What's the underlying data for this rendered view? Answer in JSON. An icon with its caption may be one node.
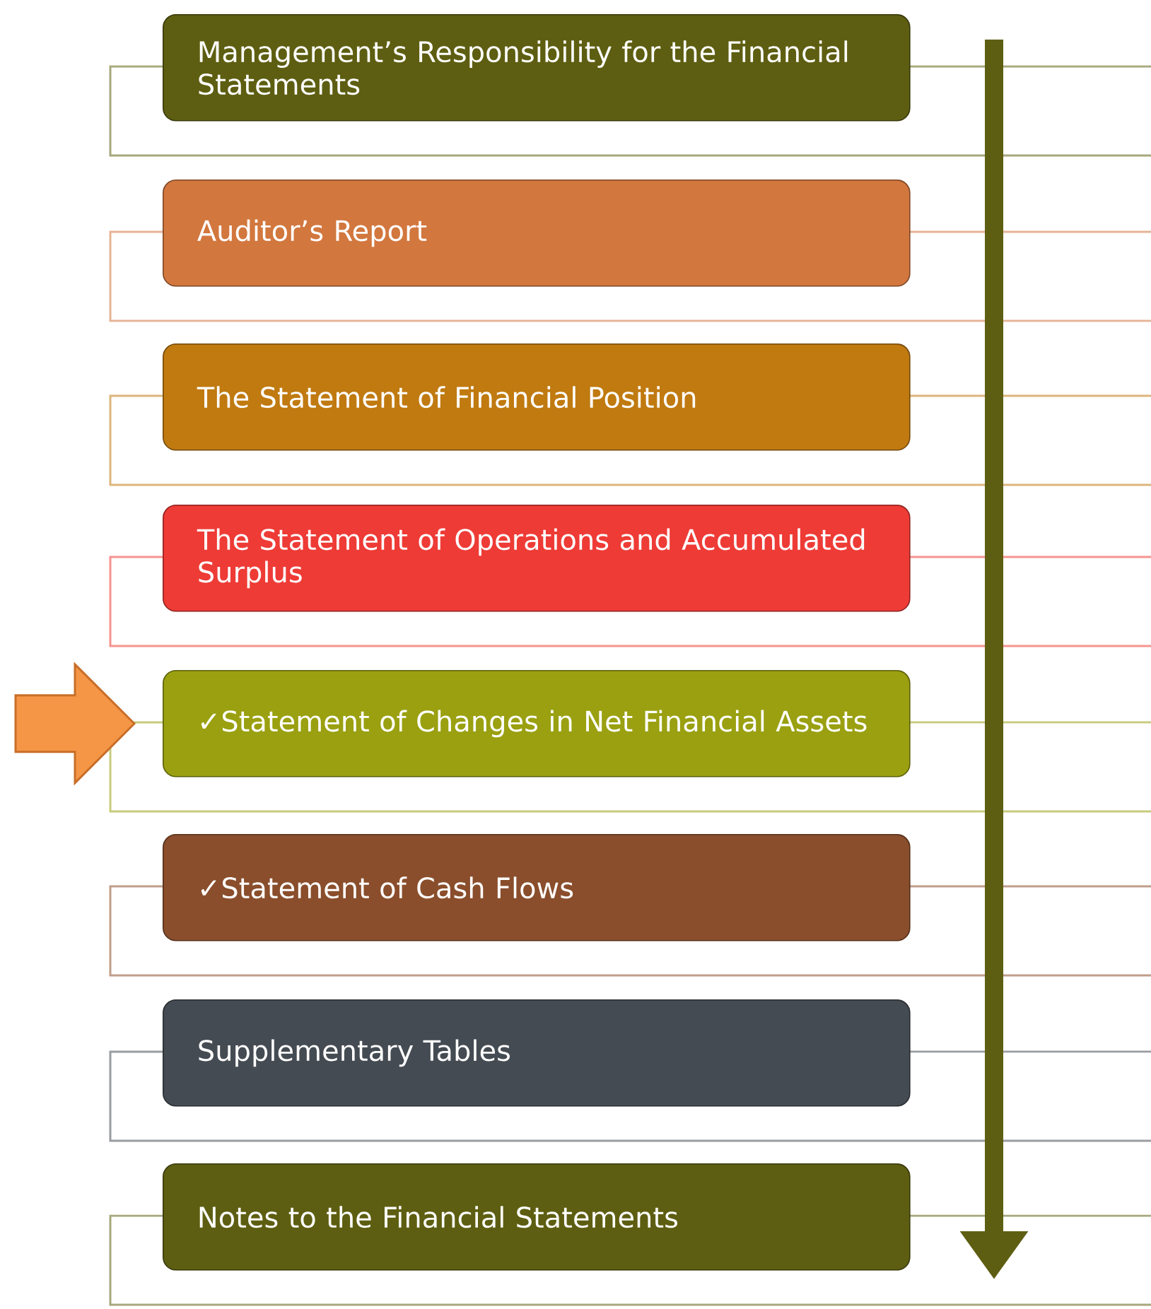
{
  "diagram": {
    "nodes": [
      {
        "text": [
          "Management’s Responsibility for the Financial Statements"
        ]
      },
      {
        "text": [
          "Auditor’s Report"
        ]
      },
      {
        "text": [
          "The Statement of Financial Position"
        ]
      },
      {
        "text": [
          "The Statement of Operations and Accumulated Surplus"
        ]
      },
      {
        "text": [
          "✓Statement of Changes in Net Financial Assets"
        ]
      },
      {
        "text": [
          "✓Statement of Cash Flows"
        ]
      },
      {
        "text": [
          "Supplementary Tables"
        ]
      },
      {
        "text": [
          "Notes to the Financial Statements"
        ]
      }
    ],
    "edges": [
      {
        "from": null,
        "to": 4,
        "arrow": "to"
      }
    ]
  }
}
